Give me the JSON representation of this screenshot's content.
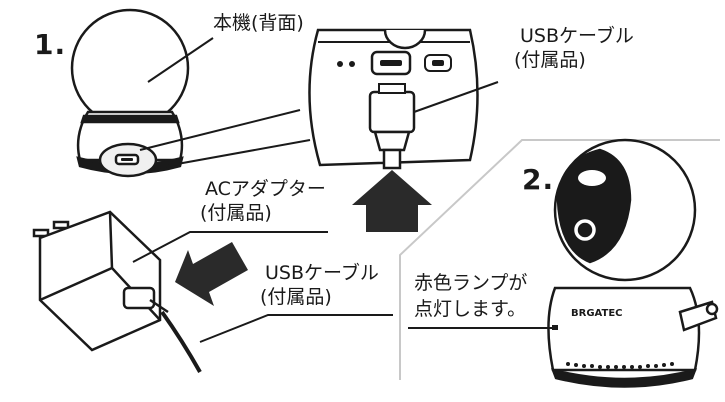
{
  "steps": {
    "step1": "1.",
    "step2": "2."
  },
  "labels": {
    "camera_back": "本機(背面)",
    "usb_cable_top_line1": "USBケーブル",
    "usb_cable_top_line2": "(付属品)",
    "ac_adapter_line1": "ACアダプター",
    "ac_adapter_line2": "(付属品)",
    "usb_cable_bottom_line1": "USBケーブル",
    "usb_cable_bottom_line2": "(付属品)",
    "red_lamp_line1": "赤色ランプが",
    "red_lamp_line2": "点灯します。"
  },
  "brand_marks": {
    "camera_front_label": "BRGATEC"
  },
  "colors": {
    "ink": "#1a1a1a",
    "arrow": "#2a2a2a",
    "separator": "#c8c8c8"
  }
}
